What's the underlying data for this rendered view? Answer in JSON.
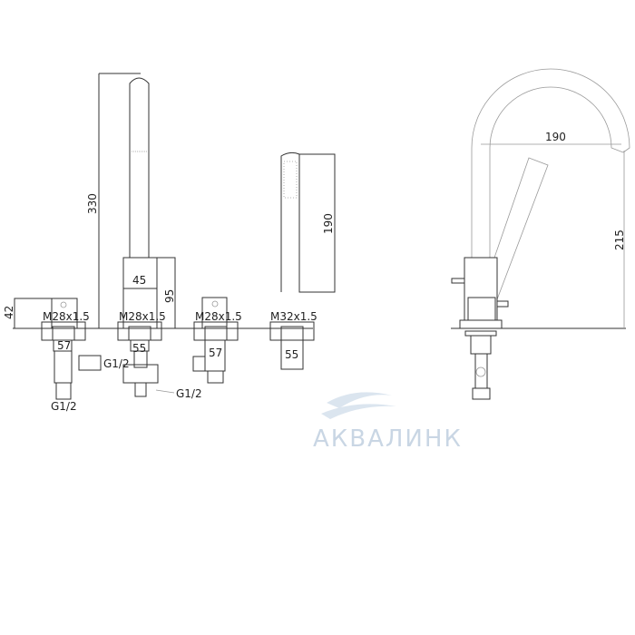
{
  "dimensions": {
    "handle_left_height": "42",
    "spout_height": "330",
    "base_width": "45",
    "base_height": "95",
    "hand_shower_length": "190",
    "faucet_reach": "190",
    "faucet_height": "215"
  },
  "threads": {
    "left": "M28x1.5",
    "spout": "M28x1.5",
    "right": "M28x1.5",
    "shower": "M32x1.5"
  },
  "holes": {
    "left": "57",
    "spout": "55",
    "right": "57",
    "shower": "55"
  },
  "connections": {
    "left_side": "G1/2",
    "left_bottom": "G1/2",
    "diverter": "G1/2"
  },
  "watermark": "АКВАЛИНК"
}
